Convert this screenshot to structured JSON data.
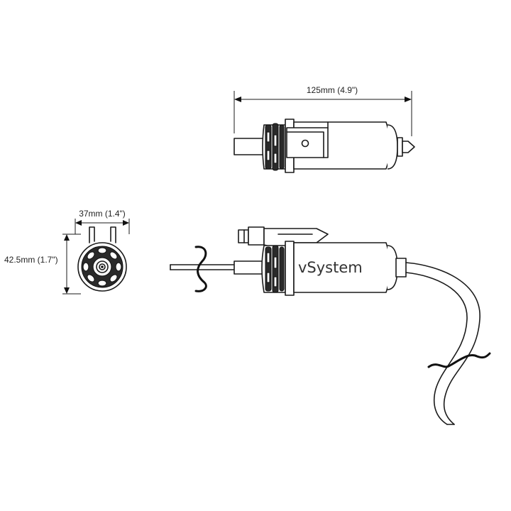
{
  "dimensions": {
    "length": "125mm (4.9\")",
    "width": "37mm (1.4\")",
    "height": "42.5mm (1.7\")"
  },
  "product": {
    "brand_label": "vSystem"
  }
}
